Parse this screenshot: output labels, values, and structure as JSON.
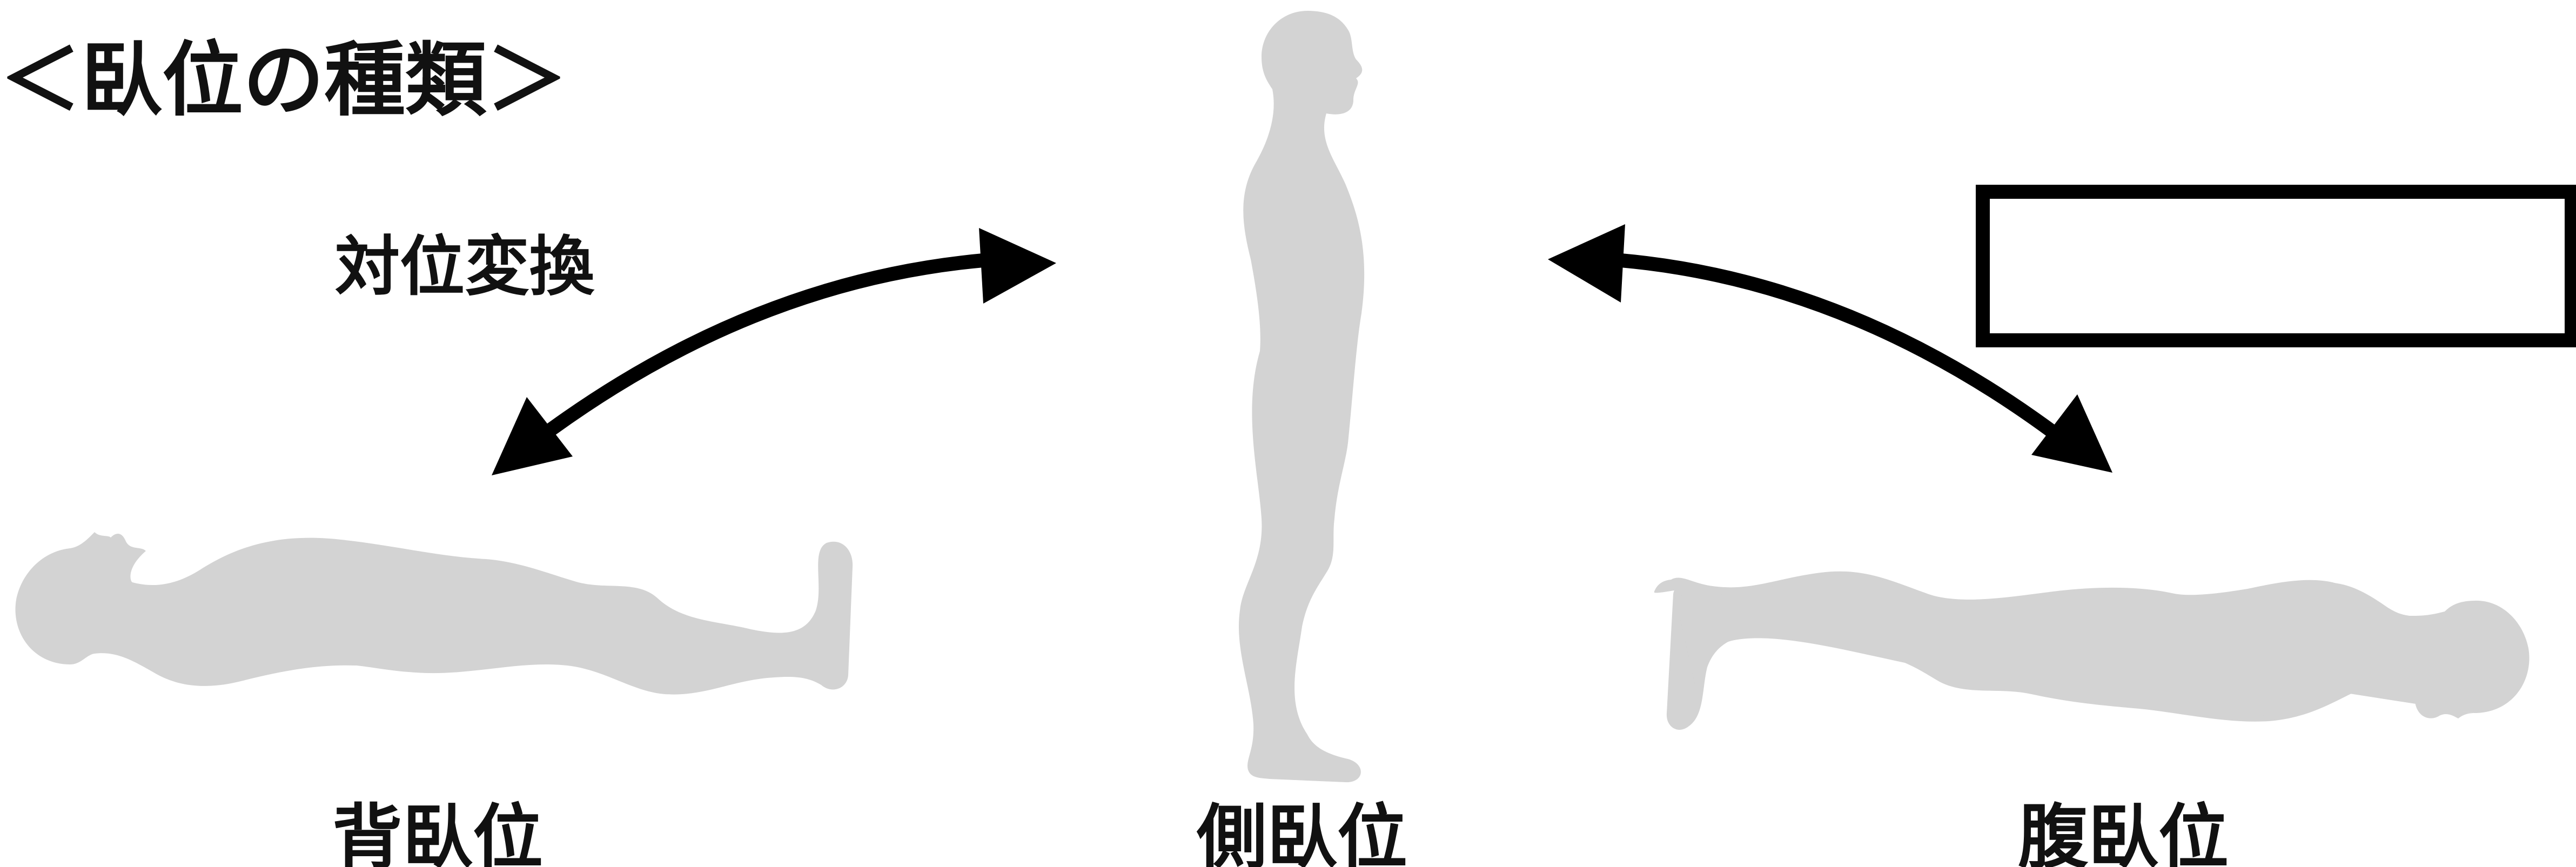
{
  "title": "＜臥位の種類＞",
  "arrow_label": "対位変換",
  "positions": {
    "supine": "背臥位",
    "lateral": "側臥位",
    "prone": "腹臥位"
  },
  "box_text": "",
  "colors": {
    "figure": "#d3d3d3",
    "arrow": "#000000",
    "text": "#111111"
  }
}
